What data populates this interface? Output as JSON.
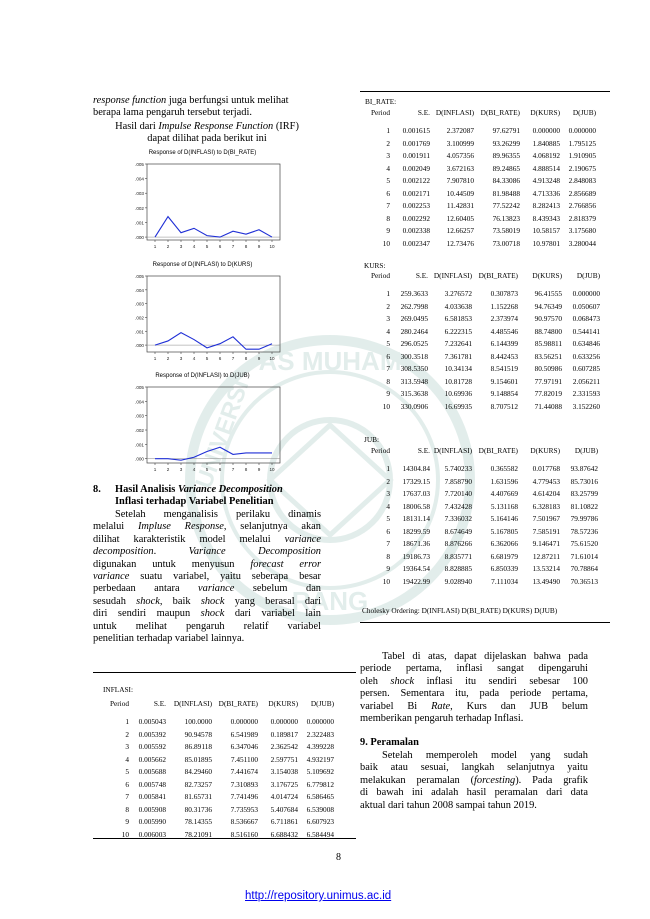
{
  "left_text": {
    "line1_italic": "response function",
    "line1_rest": " juga berfungsi untuk melihat",
    "line2": "berapa lama pengaruh tersebut terjadi.",
    "irf_line1_pre": "Hasil dari ",
    "irf_line1_italic": "Impulse Response Function",
    "irf_line1_post": " (IRF)",
    "irf_line2": "dapat dilihat pada berikut ini"
  },
  "charts": [
    {
      "title": "Response of D(INFLASI) to D(BI_RATE)",
      "y_ticks": [
        ".005",
        ".004",
        ".003",
        ".002",
        ".001",
        ".000"
      ]
    },
    {
      "title": "Response of D(INFLASI) to D(KURS)",
      "y_ticks": [
        ".005",
        ".004",
        ".003",
        ".002",
        ".001",
        ".000"
      ]
    },
    {
      "title": "Response of D(INFLASI) to D(JUB)",
      "y_ticks": [
        ".005",
        ".004",
        ".003",
        ".002",
        ".001",
        ".000"
      ]
    }
  ],
  "chart_data": [
    {
      "type": "line",
      "title": "Response of D(INFLASI) to D(BI_RATE)",
      "x": [
        1,
        2,
        3,
        4,
        5,
        6,
        7,
        8,
        9,
        10
      ],
      "series": [
        {
          "values": [
            0.0,
            0.0014,
            0.0003,
            0.0006,
            0.0001,
            0.0,
            0.0004,
            0.0002,
            0.0005,
            0.0
          ]
        }
      ],
      "ylim": [
        -0.0002,
        0.005
      ]
    },
    {
      "type": "line",
      "title": "Response of D(INFLASI) to D(KURS)",
      "x": [
        1,
        2,
        3,
        4,
        5,
        6,
        7,
        8,
        9,
        10
      ],
      "series": [
        {
          "values": [
            0.0,
            0.0003,
            0.0009,
            0.0004,
            -0.0002,
            0.0001,
            0.0006,
            -0.0003,
            -0.0003,
            0.0001
          ]
        }
      ],
      "ylim": [
        -0.0005,
        0.005
      ]
    },
    {
      "type": "line",
      "title": "Response of D(INFLASI) to D(JUB)",
      "x": [
        1,
        2,
        3,
        4,
        5,
        6,
        7,
        8,
        9,
        10
      ],
      "series": [
        {
          "values": [
            0.0,
            0.0,
            -0.0001,
            0.0001,
            0.0005,
            0.0008,
            0.0003,
            0.0004,
            0.0004,
            0.0004
          ]
        }
      ],
      "ylim": [
        -0.0003,
        0.005
      ]
    }
  ],
  "section8": {
    "number": "8.",
    "title_pre": "Hasil Analisis ",
    "title_italic": "Variance Decomposition",
    "title_line2": "Inflasi terhadap Variabel Penelitian",
    "lines": [
      "Setelah menganalisis perilaku dinamis",
      "melalui Impluse Response, selanjutnya akan",
      "dilihat karakteristik model melalui variance",
      "decomposition. Variance Decomposition",
      "digunakan untuk menyusun forecast error",
      "variance suatu variabel, yaitu seberapa besar",
      "perbedaan antara variance sebelum dan",
      "sesudah shock, baik shock yang berasal dari",
      "diri sendiri maupun shock dari variabel lain",
      "untuk melihat pengaruh relatif variabel",
      "penelitian terhadap variabel lainnya."
    ]
  },
  "table_inflasi": {
    "label": "INFLASI:",
    "headers": [
      "Period",
      "S.E.",
      "D(INFLASI)",
      "D(BI_RATE)",
      "D(KURS)",
      "D(JUB)"
    ],
    "rows": [
      [
        "1",
        "0.005043",
        "100.0000",
        "0.000000",
        "0.000000",
        "0.000000"
      ],
      [
        "2",
        "0.005392",
        "90.94578",
        "6.541989",
        "0.189817",
        "2.322483"
      ],
      [
        "3",
        "0.005592",
        "86.89118",
        "6.347046",
        "2.362542",
        "4.399228"
      ],
      [
        "4",
        "0.005662",
        "85.01895",
        "7.451100",
        "2.597751",
        "4.932197"
      ],
      [
        "5",
        "0.005688",
        "84.29460",
        "7.441674",
        "3.154038",
        "5.109692"
      ],
      [
        "6",
        "0.005748",
        "82.73257",
        "7.310893",
        "3.176725",
        "6.779812"
      ],
      [
        "7",
        "0.005841",
        "81.65731",
        "7.741496",
        "4.014724",
        "6.586465"
      ],
      [
        "8",
        "0.005908",
        "80.31736",
        "7.735953",
        "5.407684",
        "6.539008"
      ],
      [
        "9",
        "0.005990",
        "78.14355",
        "8.536667",
        "6.711861",
        "6.607923"
      ],
      [
        "10",
        "0.006003",
        "78.21091",
        "8.516160",
        "6.688432",
        "6.584494"
      ]
    ]
  },
  "table_birate": {
    "label": "BI_RATE:",
    "headers": [
      "Period",
      "S.E.",
      "D(INFLASI)",
      "D(BI_RATE)",
      "D(KURS)",
      "D(JUB)"
    ],
    "rows": [
      [
        "1",
        "0.001615",
        "2.372087",
        "97.62791",
        "0.000000",
        "0.000000"
      ],
      [
        "2",
        "0.001769",
        "3.100999",
        "93.26299",
        "1.840885",
        "1.795125"
      ],
      [
        "3",
        "0.001911",
        "4.057356",
        "89.96355",
        "4.068192",
        "1.910905"
      ],
      [
        "4",
        "0.002049",
        "3.672163",
        "89.24865",
        "4.888514",
        "2.190675"
      ],
      [
        "5",
        "0.002122",
        "7.907810",
        "84.33086",
        "4.913248",
        "2.848083"
      ],
      [
        "6",
        "0.002171",
        "10.44509",
        "81.98488",
        "4.713336",
        "2.856689"
      ],
      [
        "7",
        "0.002253",
        "11.42831",
        "77.52242",
        "8.282413",
        "2.766856"
      ],
      [
        "8",
        "0.002292",
        "12.60405",
        "76.13823",
        "8.439343",
        "2.818379"
      ],
      [
        "9",
        "0.002338",
        "12.66257",
        "73.58019",
        "10.58157",
        "3.175680"
      ],
      [
        "10",
        "0.002347",
        "12.73476",
        "73.00718",
        "10.97801",
        "3.280044"
      ]
    ]
  },
  "table_kurs": {
    "label": "KURS:",
    "headers": [
      "Period",
      "S.E.",
      "D(INFLASI)",
      "D(BI_RATE)",
      "D(KURS)",
      "D(JUB)"
    ],
    "rows": [
      [
        "1",
        "259.3633",
        "3.276572",
        "0.307873",
        "96.41555",
        "0.000000"
      ],
      [
        "2",
        "262.7998",
        "4.033638",
        "1.152268",
        "94.76349",
        "0.050607"
      ],
      [
        "3",
        "269.0495",
        "6.581853",
        "2.373974",
        "90.97570",
        "0.068473"
      ],
      [
        "4",
        "280.2464",
        "6.222315",
        "4.485546",
        "88.74800",
        "0.544141"
      ],
      [
        "5",
        "296.0525",
        "7.232641",
        "6.144399",
        "85.98811",
        "0.634846"
      ],
      [
        "6",
        "300.3518",
        "7.361781",
        "8.442453",
        "83.56251",
        "0.633256"
      ],
      [
        "7",
        "308.5350",
        "10.34134",
        "8.541519",
        "80.50986",
        "0.607285"
      ],
      [
        "8",
        "313.5948",
        "10.81728",
        "9.154601",
        "77.97191",
        "2.056211"
      ],
      [
        "9",
        "315.3638",
        "10.69936",
        "9.148854",
        "77.82019",
        "2.331593"
      ],
      [
        "10",
        "330.0906",
        "16.69935",
        "8.707512",
        "71.44088",
        "3.152260"
      ]
    ]
  },
  "table_jub": {
    "label": "JUB:",
    "headers": [
      "Period",
      "S.E.",
      "D(INFLASI)",
      "D(BI_RATE)",
      "D(KURS)",
      "D(JUB)"
    ],
    "rows": [
      [
        "1",
        "14304.84",
        "5.740233",
        "0.365582",
        "0.017768",
        "93.87642"
      ],
      [
        "2",
        "17329.15",
        "7.858790",
        "1.631596",
        "4.779453",
        "85.73016"
      ],
      [
        "3",
        "17637.03",
        "7.720140",
        "4.407669",
        "4.614204",
        "83.25799"
      ],
      [
        "4",
        "18006.58",
        "7.432428",
        "5.131168",
        "6.328183",
        "81.10822"
      ],
      [
        "5",
        "18131.14",
        "7.336032",
        "5.164146",
        "7.501967",
        "79.99786"
      ],
      [
        "6",
        "18299.59",
        "8.674649",
        "5.167805",
        "7.585191",
        "78.57236"
      ],
      [
        "7",
        "18671.36",
        "8.876266",
        "6.362066",
        "9.146471",
        "75.61520"
      ],
      [
        "8",
        "19186.73",
        "8.835771",
        "6.681979",
        "12.87211",
        "71.61014"
      ],
      [
        "9",
        "19364.54",
        "8.828885",
        "6.850339",
        "13.53214",
        "70.78864"
      ],
      [
        "10",
        "19422.99",
        "9.028940",
        "7.111034",
        "13.49490",
        "70.36513"
      ]
    ],
    "footer": "Cholesky Ordering: D(INFLASI) D(BI_RATE) D(KURS) D(JUB)"
  },
  "right_text": {
    "lines": [
      "Tabel di atas, dapat dijelaskan bahwa pada",
      "periode pertama, inflasi sangat dipengaruhi",
      "oleh shock inflasi itu sendiri sebesar 100",
      "persen. Sementara itu, pada periode pertama,",
      "variabel Bi Rate, Kurs dan JUB belum",
      "memberikan pengaruh terhadap Inflasi."
    ]
  },
  "section9": {
    "heading": "9.   Peramalan",
    "lines": [
      "Setelah memperoleh model yang sudah",
      "baik atau sesuai, langkah selanjutnya yaitu",
      "melakukan peramalan (forcesting). Pada grafik",
      "di bawah ini adalah hasil peramalan dari data",
      "aktual dari tahun 2008 sampai tahun 2019."
    ]
  },
  "page_number": "8",
  "footer_link": "http://repository.unimus.ac.id",
  "watermark": {
    "top_text": "AS MUHAM",
    "left_text": "UNIVERSI",
    "bottom_text": "RANG"
  }
}
